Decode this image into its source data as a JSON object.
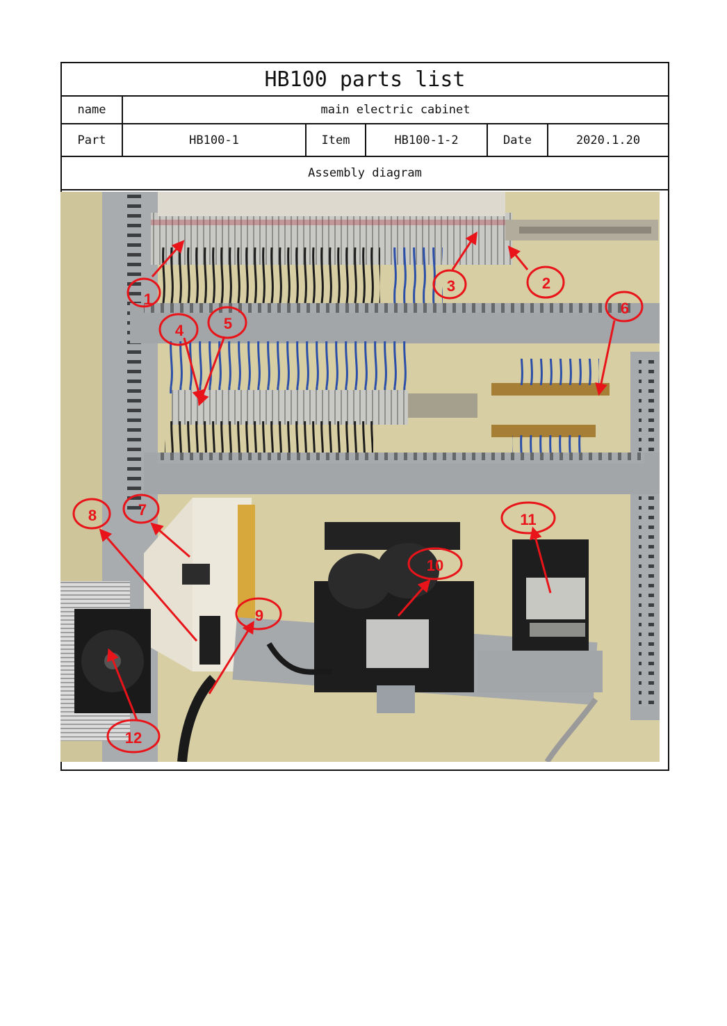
{
  "document": {
    "title": "HB100 parts list",
    "name_label": "name",
    "name_value": "main electric cabinet",
    "part_label": "Part",
    "part_value": "HB100-1",
    "item_label": "Item",
    "item_value": "HB100-1-2",
    "date_label": "Date",
    "date_value": "2020.1.20",
    "section_label": "Assembly diagram"
  },
  "callouts": [
    "1",
    "2",
    "3",
    "4",
    "5",
    "6",
    "7",
    "8",
    "9",
    "10",
    "11",
    "12"
  ],
  "colors": {
    "callout": "#e8141a",
    "border": "#111111"
  }
}
